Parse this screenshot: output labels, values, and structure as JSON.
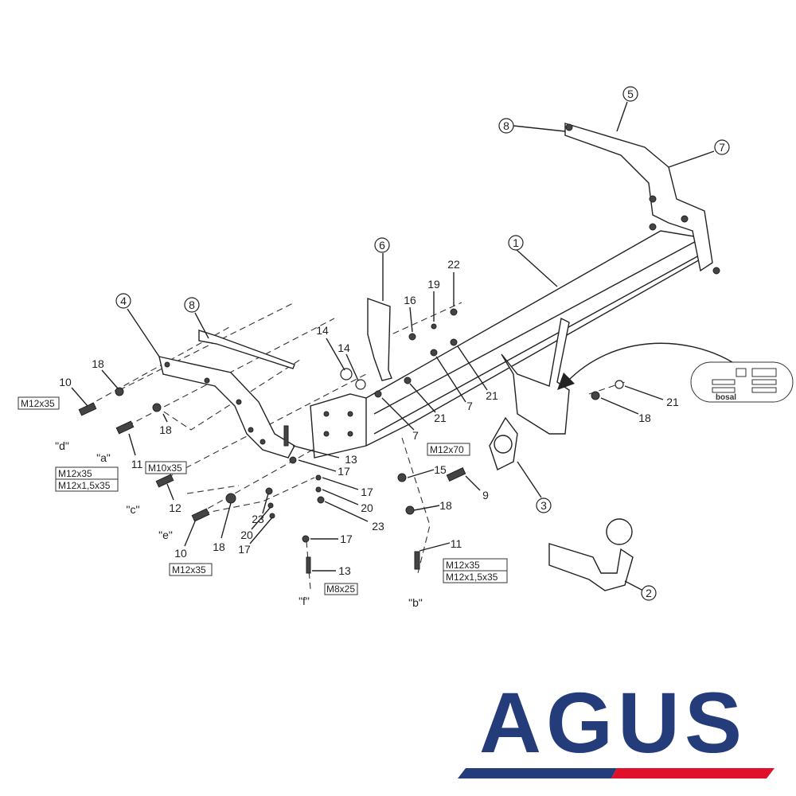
{
  "diagram": {
    "circled_callouts": [
      "1",
      "2",
      "3",
      "4",
      "5",
      "6",
      "7",
      "8",
      "8"
    ],
    "part_numbers": [
      "10",
      "18",
      "11",
      "18",
      "12",
      "10",
      "18",
      "13",
      "17",
      "17",
      "20",
      "23",
      "23",
      "20",
      "17",
      "17",
      "13",
      "14",
      "14",
      "16",
      "19",
      "22",
      "21",
      "7",
      "21",
      "7",
      "15",
      "9",
      "18",
      "11",
      "18",
      "21"
    ],
    "mount_points": [
      "\"d\"",
      "\"a\"",
      "\"c\"",
      "\"e\"",
      "\"f\"",
      "\"b\""
    ],
    "bolt_specs": [
      "M12x35",
      "M10x35",
      "M12x35",
      "M12x1,5x35",
      "M12x35",
      "M8x25",
      "M12x70",
      "M12x35",
      "M12x1,5x35"
    ],
    "approval_plate": {
      "brand": "bosal"
    }
  },
  "logo": {
    "text": "AGUS",
    "colors": {
      "blue": "#243d7a",
      "red": "#e0102a"
    }
  }
}
